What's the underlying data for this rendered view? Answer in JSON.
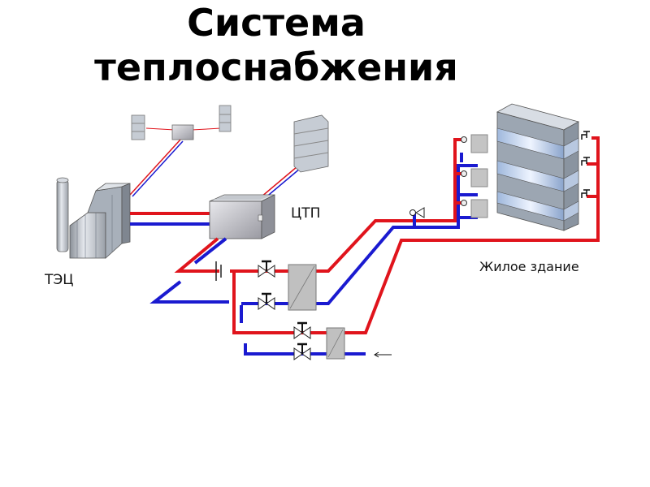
{
  "title": {
    "line1": "Система",
    "line2": "теплоснабжения"
  },
  "labels": {
    "tec": "ТЭЦ",
    "ctp": "ЦТП",
    "building": "Жилое здание"
  },
  "colors": {
    "supply": "#e0141c",
    "return": "#1a1ad0",
    "equipment": "#c0c0c0"
  },
  "icons": {
    "plant": "thermal-power-plant-icon",
    "substation": "central-heating-substation-icon",
    "building": "apartment-building-icon",
    "valve": "gate-valve-icon",
    "heat_exchanger": "heat-exchanger-icon",
    "radiator": "radiator-icon",
    "pump": "circulation-pump-icon",
    "tap": "water-tap-icon",
    "cold_water_inlet": "inlet-arrow-icon"
  }
}
